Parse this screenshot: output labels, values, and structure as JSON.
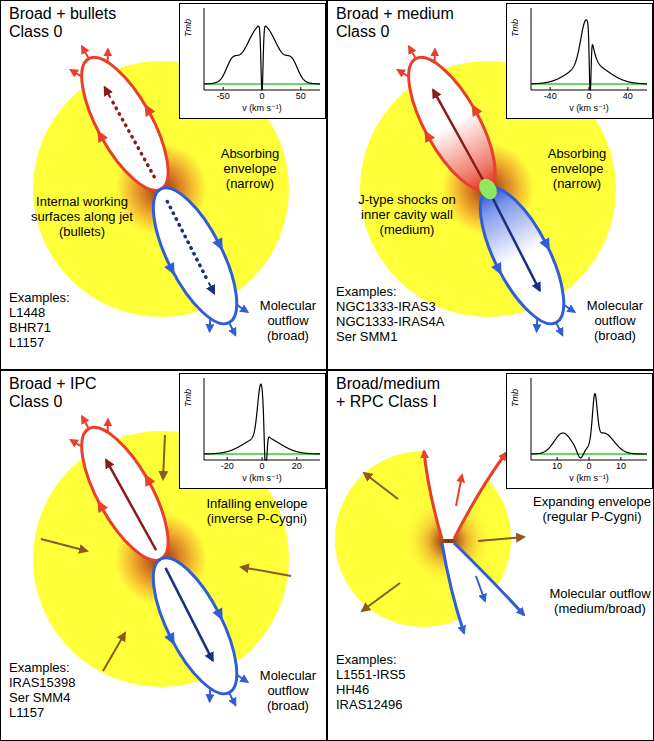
{
  "diagram": {
    "nodes": [
      {
        "text": [
          "Broad + bullets Class 0",
          "Internal working surfaces along jet (bullets)",
          "Absorbing envelope (narrow)",
          "Molecular outflow (broad)",
          "Examples: L1448 BHR71 L1157"
        ]
      },
      {
        "text": [
          "Tmb",
          "-50",
          "0",
          "50",
          "v (km s⁻¹)"
        ],
        "in": 0
      },
      {
        "text": [
          "Broad + medium Class 0",
          "J-type shocks on inner cavity wall (medium)",
          "Absorbing envelope (narrow)",
          "Molecular outflow (broad)",
          "Examples: NGC1333-IRAS3 NGC1333-IRAS4A Ser SMM1"
        ]
      },
      {
        "text": [
          "Tmb",
          "-40",
          "0",
          "40",
          "v (km s⁻¹)"
        ],
        "in": 2
      },
      {
        "text": [
          "Broad + IPC Class 0",
          "Infalling envelope (inverse P-Cygni)",
          "Molecular outflow (broad)",
          "Examples: IRAS15398 Ser SMM4 L1157"
        ]
      },
      {
        "text": [
          "Tmb",
          "-20",
          "0",
          "20",
          "v (km s⁻¹)"
        ],
        "in": 4
      },
      {
        "text": [
          "Broad/medium + RPC Class I",
          "Expanding envelope (regular P-Cygni)",
          "Molecular outflow (medium/broad)",
          "Examples: L1551-IRS5 HH46 IRAS12496"
        ]
      },
      {
        "text": [
          "Tmb",
          "10",
          "0",
          "10",
          "v (km s⁻¹)"
        ],
        "in": 6
      }
    ]
  }
}
